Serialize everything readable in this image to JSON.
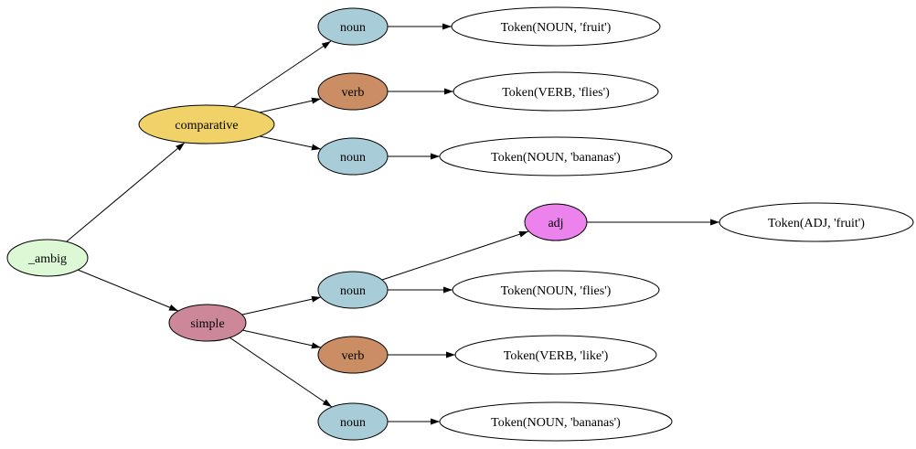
{
  "diagram": {
    "kind": "parse-tree-graph",
    "orientation": "left-to-right"
  },
  "palette": {
    "ambig": "#ddf8d5",
    "comparative": "#f1d269",
    "simple": "#cc8899",
    "noun": "#a8cdd9",
    "verb": "#ca8d64",
    "adj": "#ec82ec",
    "token": "#ffffff",
    "edge": "#000000",
    "background": "#ffffff"
  },
  "nodes": {
    "ambig": {
      "label": "_ambig",
      "fill": "#ddf8d5"
    },
    "comparative": {
      "label": "comparative",
      "fill": "#f1d269"
    },
    "simple": {
      "label": "simple",
      "fill": "#cc8899"
    },
    "comp_noun_1": {
      "label": "noun",
      "fill": "#a8cdd9"
    },
    "comp_verb": {
      "label": "verb",
      "fill": "#ca8d64"
    },
    "comp_noun_2": {
      "label": "noun",
      "fill": "#a8cdd9"
    },
    "tok_noun_fruit": {
      "label": "Token(NOUN, 'fruit')",
      "fill": "#ffffff"
    },
    "tok_verb_flies": {
      "label": "Token(VERB, 'flies')",
      "fill": "#ffffff"
    },
    "tok_noun_bananas_1": {
      "label": "Token(NOUN, 'bananas')",
      "fill": "#ffffff"
    },
    "simple_noun_1": {
      "label": "noun",
      "fill": "#a8cdd9"
    },
    "adj": {
      "label": "adj",
      "fill": "#ec82ec"
    },
    "tok_noun_flies": {
      "label": "Token(NOUN, 'flies')",
      "fill": "#ffffff"
    },
    "tok_adj_fruit": {
      "label": "Token(ADJ, 'fruit')",
      "fill": "#ffffff"
    },
    "simple_verb": {
      "label": "verb",
      "fill": "#ca8d64"
    },
    "tok_verb_like": {
      "label": "Token(VERB, 'like')",
      "fill": "#ffffff"
    },
    "simple_noun_2": {
      "label": "noun",
      "fill": "#a8cdd9"
    },
    "tok_noun_bananas_2": {
      "label": "Token(NOUN, 'bananas')",
      "fill": "#ffffff"
    }
  },
  "edges": [
    {
      "from": "ambig",
      "to": "comparative"
    },
    {
      "from": "ambig",
      "to": "simple"
    },
    {
      "from": "comparative",
      "to": "comp_noun_1"
    },
    {
      "from": "comparative",
      "to": "comp_verb"
    },
    {
      "from": "comparative",
      "to": "comp_noun_2"
    },
    {
      "from": "comp_noun_1",
      "to": "tok_noun_fruit"
    },
    {
      "from": "comp_verb",
      "to": "tok_verb_flies"
    },
    {
      "from": "comp_noun_2",
      "to": "tok_noun_bananas_1"
    },
    {
      "from": "simple",
      "to": "simple_noun_1"
    },
    {
      "from": "simple",
      "to": "simple_verb"
    },
    {
      "from": "simple",
      "to": "simple_noun_2"
    },
    {
      "from": "simple_noun_1",
      "to": "adj"
    },
    {
      "from": "simple_noun_1",
      "to": "tok_noun_flies"
    },
    {
      "from": "adj",
      "to": "tok_adj_fruit"
    },
    {
      "from": "simple_verb",
      "to": "tok_verb_like"
    },
    {
      "from": "simple_noun_2",
      "to": "tok_noun_bananas_2"
    }
  ]
}
